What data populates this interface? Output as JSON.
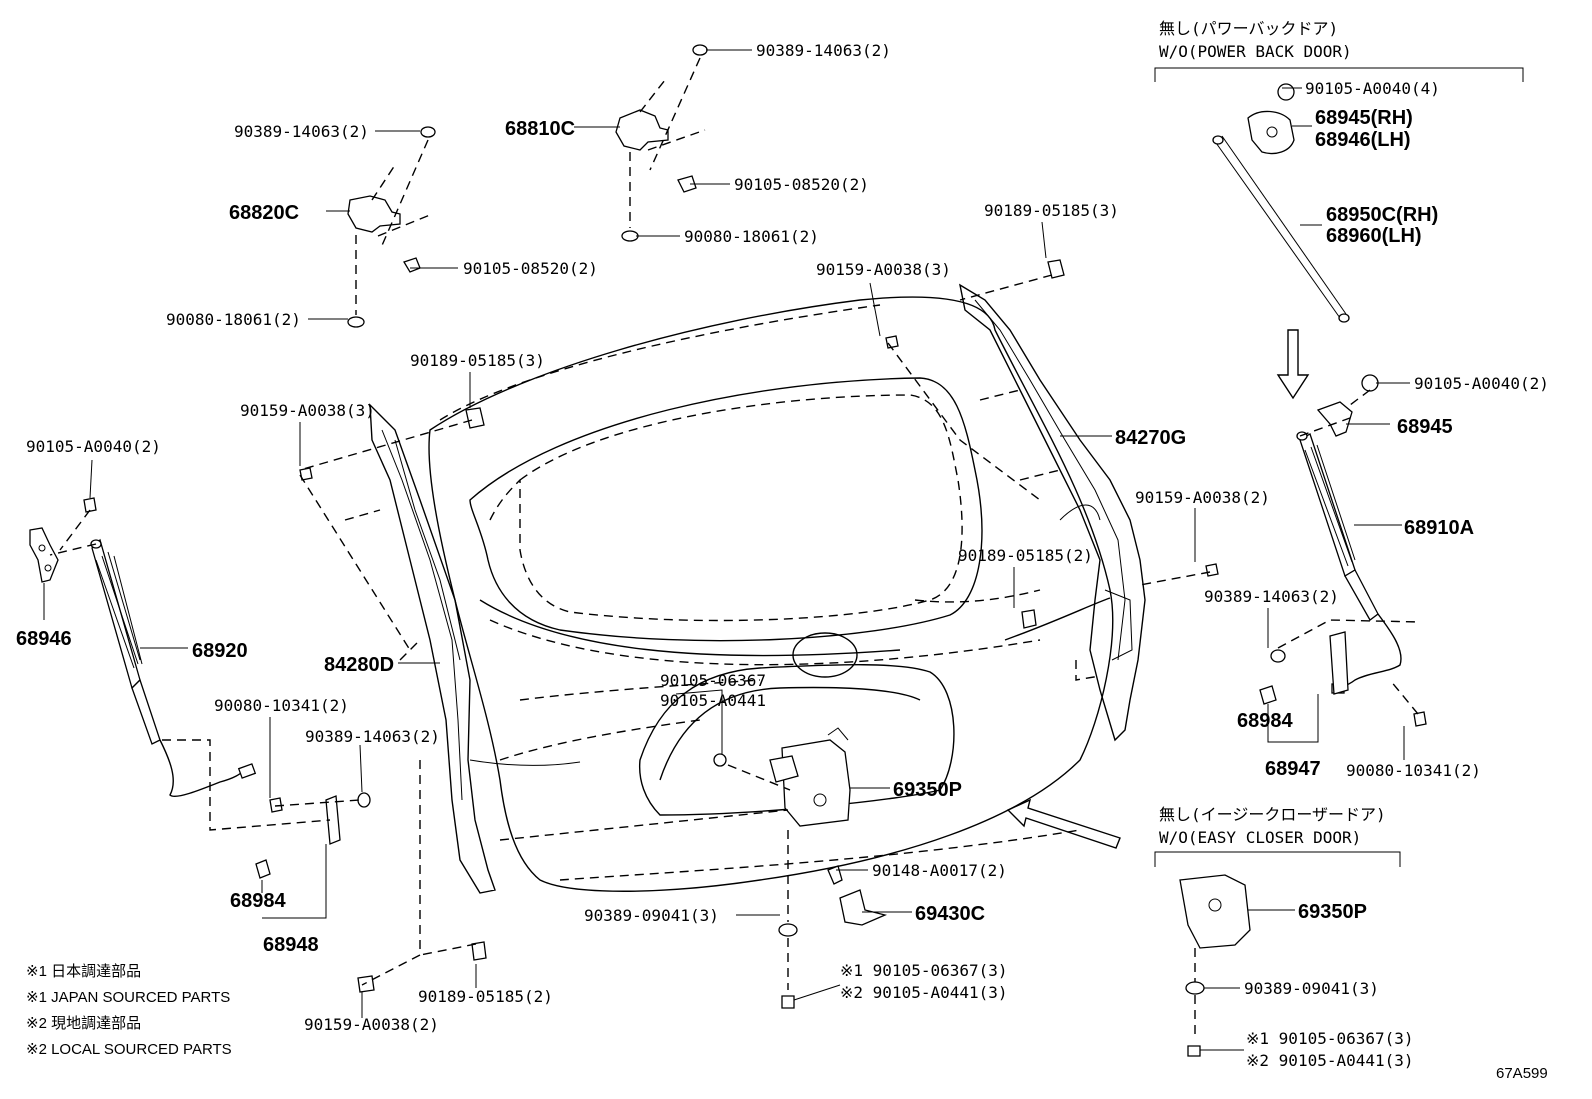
{
  "variant_headers": {
    "power_back_door": {
      "jp": "無し(パワーバックドア)",
      "en": "W/O(POWER BACK DOOR)"
    },
    "easy_closer_door": {
      "jp": "無し(イージークローザードア)",
      "en": "W/O(EASY CLOSER DOOR)"
    }
  },
  "labels": {
    "p68820C": "68820C",
    "p68810C": "68810C",
    "p68945_rh": "68945(RH)",
    "p68946_lh": "68946(LH)",
    "p68950C_rh": "68950C(RH)",
    "p68960_lh": "68960(LH)",
    "p68945": "68945",
    "p68910A": "68910A",
    "p84270G": "84270G",
    "p84280D": "84280D",
    "p68946": "68946",
    "p68920": "68920",
    "p68984_left": "68984",
    "p68948": "68948",
    "p68984_right": "68984",
    "p68947": "68947",
    "p69350P_main": "69350P",
    "p69350P_alt": "69350P",
    "p69430C": "69430C",
    "b_left_90389": "90389-14063(2)",
    "b_left_90105": "90105-08520(2)",
    "b_left_90080": "90080-18061(2)",
    "b_top_90389": "90389-14063(2)",
    "b_top_90105": "90105-08520(2)",
    "b_top_90080": "90080-18061(2)",
    "b_90189_top": "90189-05185(3)",
    "b_90159_top": "90159-A0038(3)",
    "b_90189_mid": "90189-05185(3)",
    "b_90159_mid": "90159-A0038(3)",
    "b_90105_left": "90105-A0040(2)",
    "b_90105_rh4": "90105-A0040(4)",
    "b_90105_right2": "90105-A0040(2)",
    "b_90159_right": "90159-A0038(2)",
    "b_90189_right": "90189-05185(2)",
    "b_90389_right": "90389-14063(2)",
    "b_90080_right": "90080-10341(2)",
    "b_90080_left": "90080-10341(2)",
    "b_90389_left": "90389-14063(2)",
    "b_lock_a": "90105-06367",
    "b_lock_b": "90105-A0441",
    "b_90148": "90148-A0017(2)",
    "b_90389_09041": "90389-09041(3)",
    "b_bot_1": "※1 90105-06367(3)",
    "b_bot_2": "※2 90105-A0441(3)",
    "b_90189_bot": "90189-05185(2)",
    "b_90159_bot": "90159-A0038(2)",
    "b_alt_90389": "90389-09041(3)",
    "b_alt_1": "※1 90105-06367(3)",
    "b_alt_2": "※2 90105-A0441(3)"
  },
  "notes": [
    "※1 日本調達部品",
    "※1 JAPAN SOURCED PARTS",
    "※2 現地調達部品",
    "※2 LOCAL SOURCED PARTS"
  ],
  "figure_code": "67A599"
}
